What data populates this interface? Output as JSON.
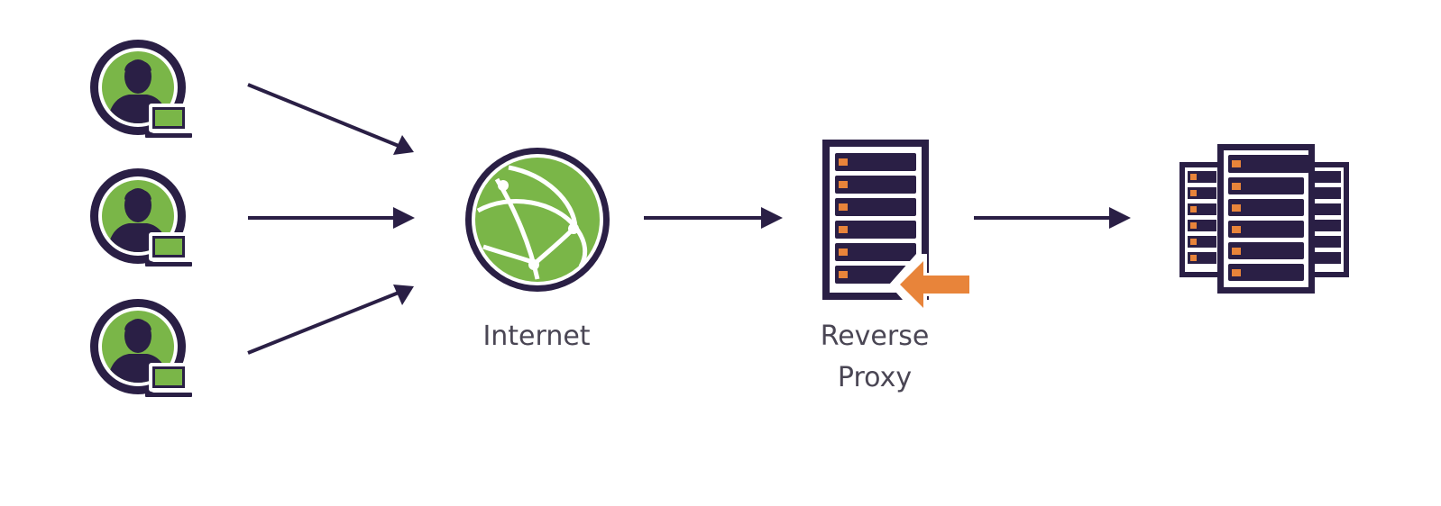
{
  "colors": {
    "dark": "#2a1f45",
    "green": "#7ab648",
    "orange": "#e8843a",
    "white": "#ffffff",
    "label_text": "#4a4654"
  },
  "nodes": {
    "clients": [
      {
        "icon": "user-laptop-icon"
      },
      {
        "icon": "user-laptop-icon"
      },
      {
        "icon": "user-laptop-icon"
      }
    ],
    "internet": {
      "icon": "globe-icon",
      "label": "Internet"
    },
    "reverse_proxy": {
      "icon": "server-rack-icon",
      "label_line1": "Reverse",
      "label_line2": "Proxy"
    },
    "backend": {
      "icon": "server-cluster-icon"
    }
  },
  "edges": [
    {
      "from": "client-1",
      "to": "internet"
    },
    {
      "from": "client-2",
      "to": "internet"
    },
    {
      "from": "client-3",
      "to": "internet"
    },
    {
      "from": "internet",
      "to": "reverse-proxy"
    },
    {
      "from": "reverse-proxy",
      "to": "backend-servers"
    }
  ]
}
